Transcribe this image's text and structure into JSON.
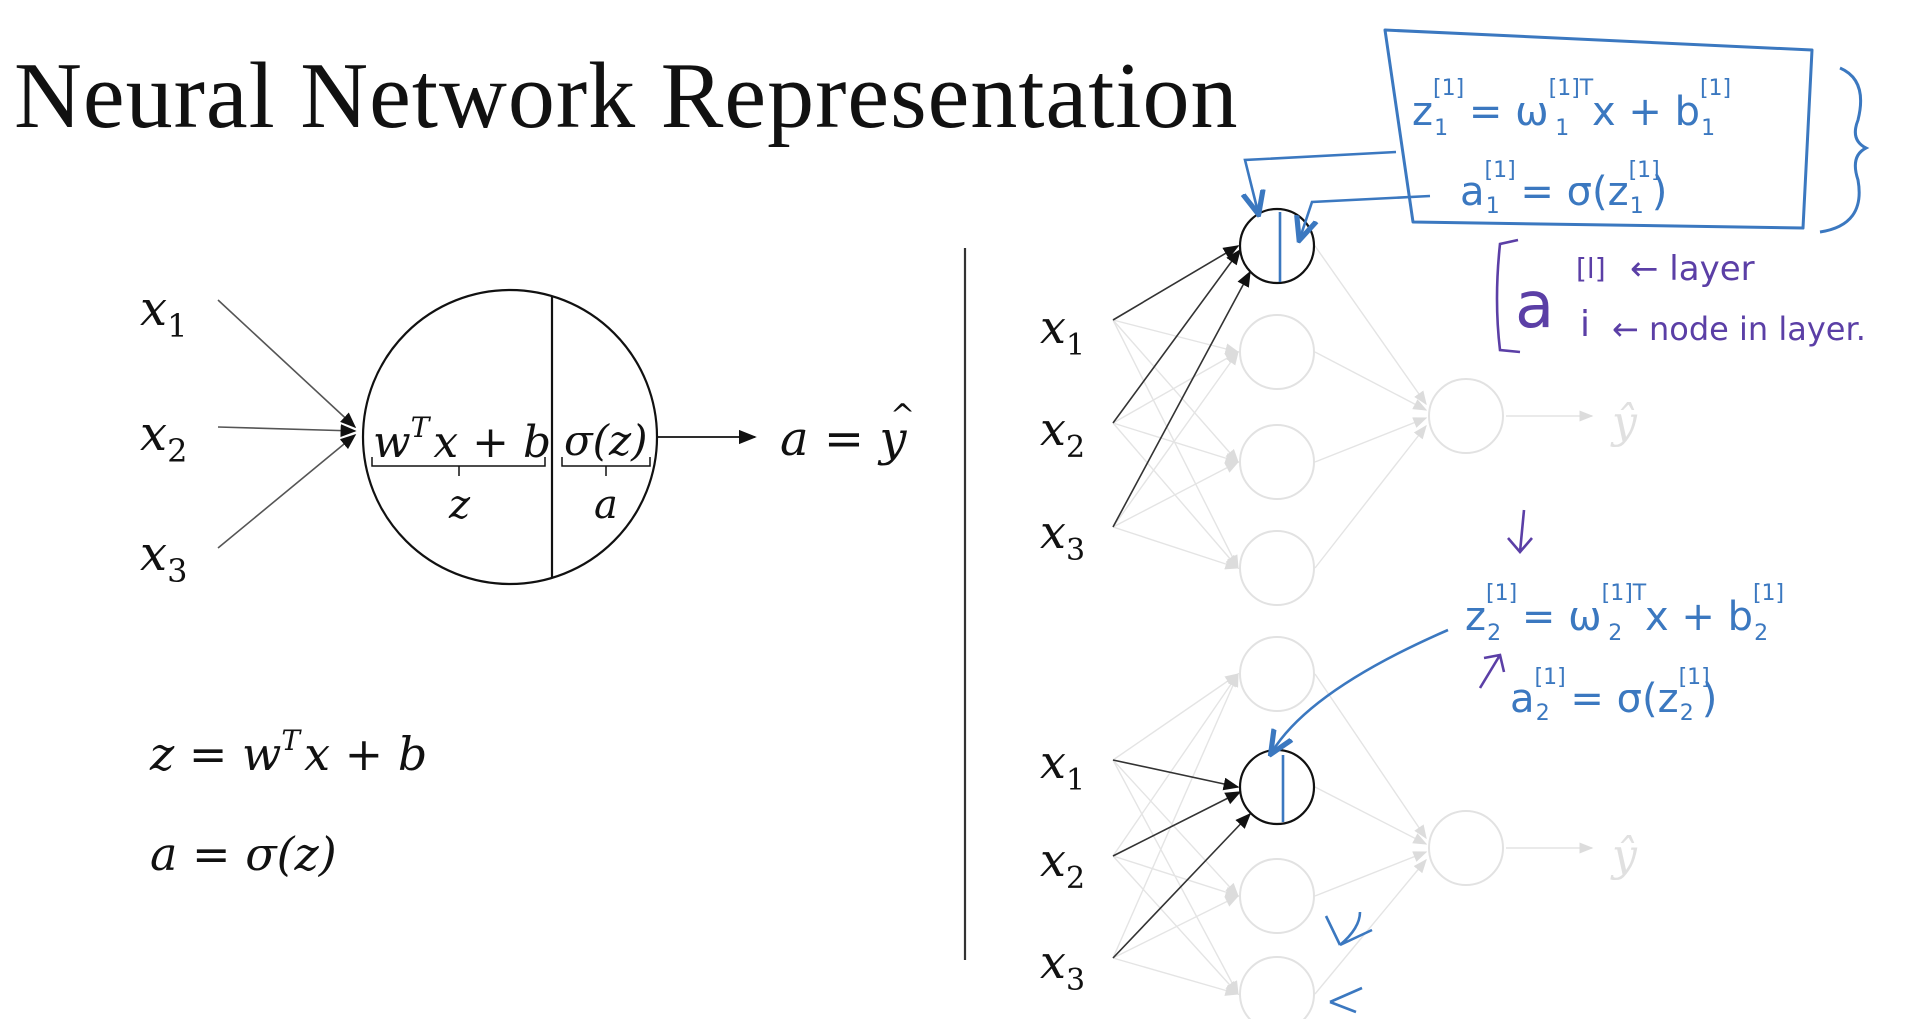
{
  "title": "Neural Network Representation",
  "colors": {
    "ink": "#111111",
    "faded": "#e2e2e2",
    "note_blue": "#3b78c0",
    "note_purple": "#5b3fa6"
  },
  "left_diagram": {
    "inputs": [
      "x",
      "x",
      "x"
    ],
    "input_subs": [
      "1",
      "2",
      "3"
    ],
    "neuron_linear": {
      "w": "w",
      "sup": "T",
      "rest": "x + b"
    },
    "neuron_activation": "σ(z)",
    "brace_z": "z",
    "brace_a": "a",
    "output": {
      "lhs": "a = ",
      "rhs": "y",
      "hat": "^"
    },
    "eq1": {
      "lhs": "z = w",
      "sup": "T",
      "rhs": "x + b"
    },
    "eq2": "a = σ(z)"
  },
  "right_diagram": {
    "top_inputs": [
      "x",
      "x",
      "x"
    ],
    "top_subs": [
      "1",
      "2",
      "3"
    ],
    "bottom_inputs": [
      "x",
      "x",
      "x"
    ],
    "bottom_subs": [
      "1",
      "2",
      "3"
    ],
    "output_hat": "ŷ"
  },
  "annotations": {
    "box_eq1": {
      "z": "z",
      "sup": "[1]",
      "sub": "1",
      "eq": " = ω",
      "wsup": "[1]T",
      "wsub": "1",
      "x": " x  + b",
      "bsup": "[1]",
      "bsub": "1"
    },
    "box_eq2": {
      "a": "a",
      "sup": "[1]",
      "sub": "1",
      "eq": " = σ(z",
      "zsup": "[1]",
      "zsub": "1",
      "close": ")"
    },
    "legend_a": "a",
    "legend_l": "[l]",
    "legend_i": "i",
    "legend_layer": "← layer",
    "legend_node": "← node in layer.",
    "eq3": {
      "z": "z",
      "sup": "[1]",
      "sub": "2",
      "eq": " = ω",
      "wsup": "[1]T",
      "wsub": "2",
      "x": " x + b",
      "bsup": "[1]",
      "bsub": "2"
    },
    "eq4": {
      "a": "a",
      "sup": "[1]",
      "sub": "2",
      "eq": " = σ(z",
      "zsup": "[1]",
      "zsub": "2",
      "close": ")"
    }
  }
}
